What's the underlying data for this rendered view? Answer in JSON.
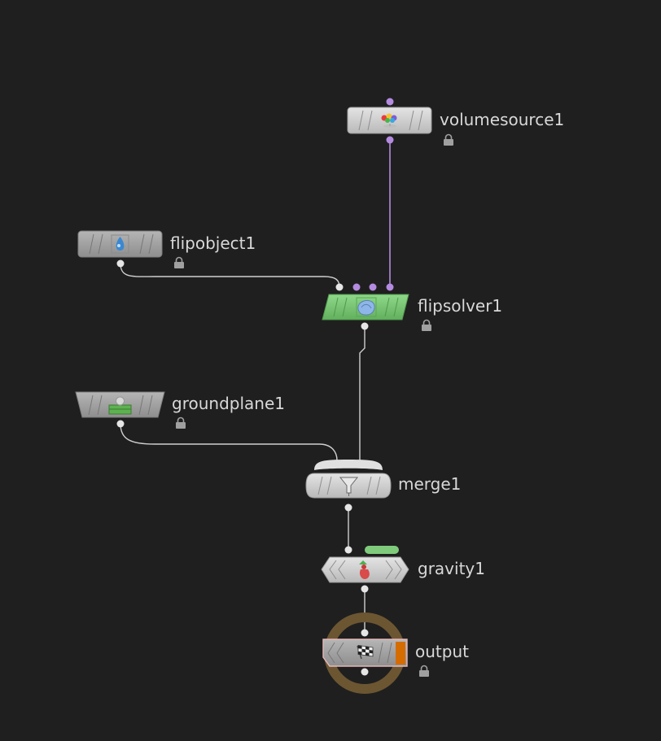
{
  "network": {
    "nodes": [
      {
        "id": "volumesource1",
        "label": "volumesource1",
        "locked": true,
        "icon": "volume-source-icon"
      },
      {
        "id": "flipobject1",
        "label": "flipobject1",
        "locked": true,
        "icon": "flip-object-icon"
      },
      {
        "id": "flipsolver1",
        "label": "flipsolver1",
        "locked": true,
        "icon": "flip-solver-icon",
        "color": "#7fcb7b"
      },
      {
        "id": "groundplane1",
        "label": "groundplane1",
        "locked": true,
        "icon": "ground-plane-icon"
      },
      {
        "id": "merge1",
        "label": "merge1",
        "locked": false,
        "icon": "merge-funnel-icon"
      },
      {
        "id": "gravity1",
        "label": "gravity1",
        "locked": false,
        "icon": "gravity-icon",
        "flag_color": "#7fcb7b"
      },
      {
        "id": "output",
        "label": "output",
        "locked": true,
        "icon": "checkered-flag-icon",
        "flag_color": "#d56c00",
        "ring_color": "#6c5632"
      }
    ],
    "colors": {
      "background": "#1f1f1f",
      "node_body": "#d3d3d3",
      "wire": "#d0d0d0",
      "wire_purple": "#b48be0",
      "port_white": "#e6e6e6",
      "port_purple": "#b48be0"
    }
  }
}
